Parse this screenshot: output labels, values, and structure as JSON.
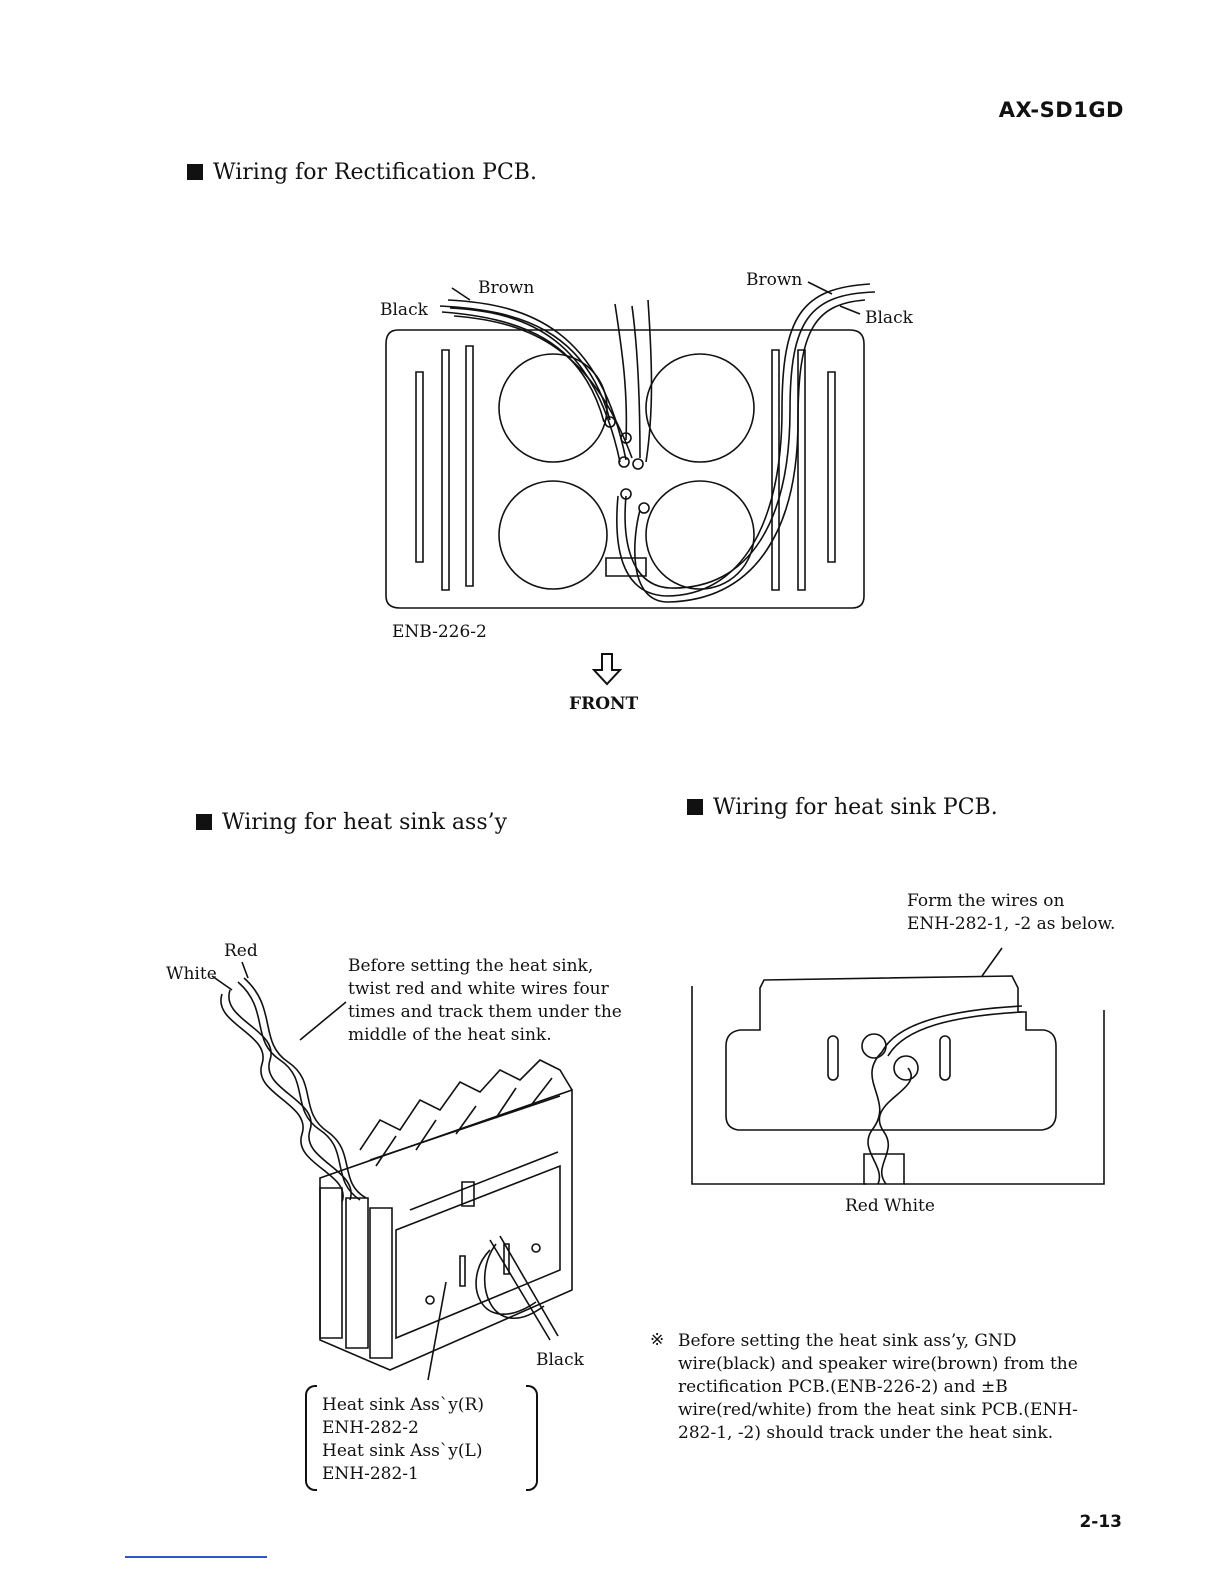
{
  "header": {
    "model": "AX-SD1GD",
    "page_number": "2-13"
  },
  "section_rectification": {
    "title": "Wiring for Rectification PCB.",
    "labels": {
      "black_left": "Black",
      "brown_left": "Brown",
      "brown_right": "Brown",
      "black_right": "Black",
      "board": "ENB-226-2"
    },
    "direction": {
      "label": "FRONT",
      "icon": "down-arrow-icon"
    }
  },
  "section_heatsink_assy": {
    "title": "Wiring for heat sink ass’y",
    "labels": {
      "red": "Red",
      "white": "White",
      "black": "Black"
    },
    "instruction": [
      "Before setting the heat sink,",
      "twist red and white wires four",
      "times and track them under the",
      "middle of the heat sink."
    ],
    "parts": [
      "Heat sink Ass`y(R)",
      "ENH-282-2",
      "Heat sink Ass`y(L)",
      "ENH-282-1"
    ]
  },
  "section_heatsink_pcb": {
    "title": "Wiring for heat sink PCB.",
    "instruction": [
      "Form the wires on",
      "ENH-282-1, -2 as below."
    ],
    "labels": {
      "red_white": "Red  White"
    }
  },
  "footnote": {
    "symbol": "※",
    "lines": [
      "Before setting the heat sink ass’y, GND",
      "wire(black) and speaker wire(brown) from the",
      "rectification PCB.(ENB-226-2) and ±B",
      "wire(red/white) from the heat sink PCB.(ENH-",
      "282-1, -2) should track under the heat sink."
    ]
  }
}
